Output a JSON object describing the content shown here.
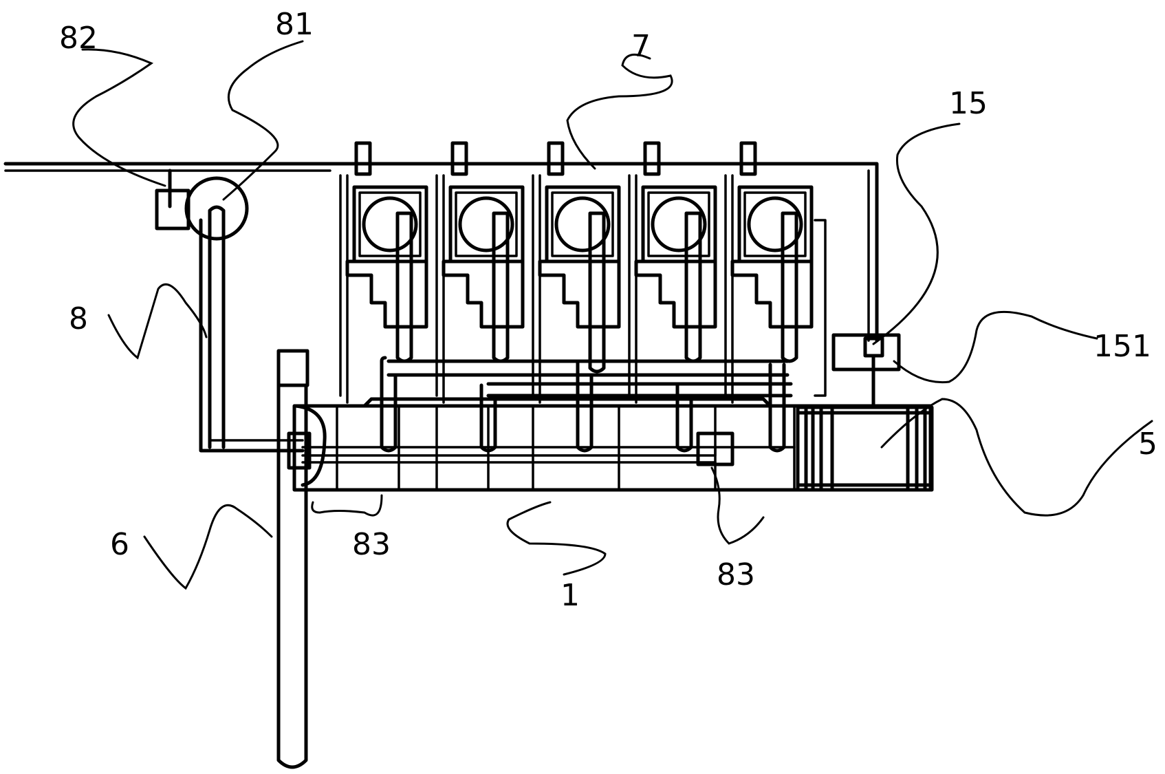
{
  "diagram": {
    "labels": {
      "l82": "82",
      "l81": "81",
      "l7": "7",
      "l15": "15",
      "l151": "151",
      "l8": "8",
      "l5": "5",
      "l6": "6",
      "l83a": "83",
      "l83b": "83",
      "l1": "1"
    },
    "unit_count": 5,
    "colors": {
      "line": "#000000",
      "background": "#ffffff"
    }
  }
}
